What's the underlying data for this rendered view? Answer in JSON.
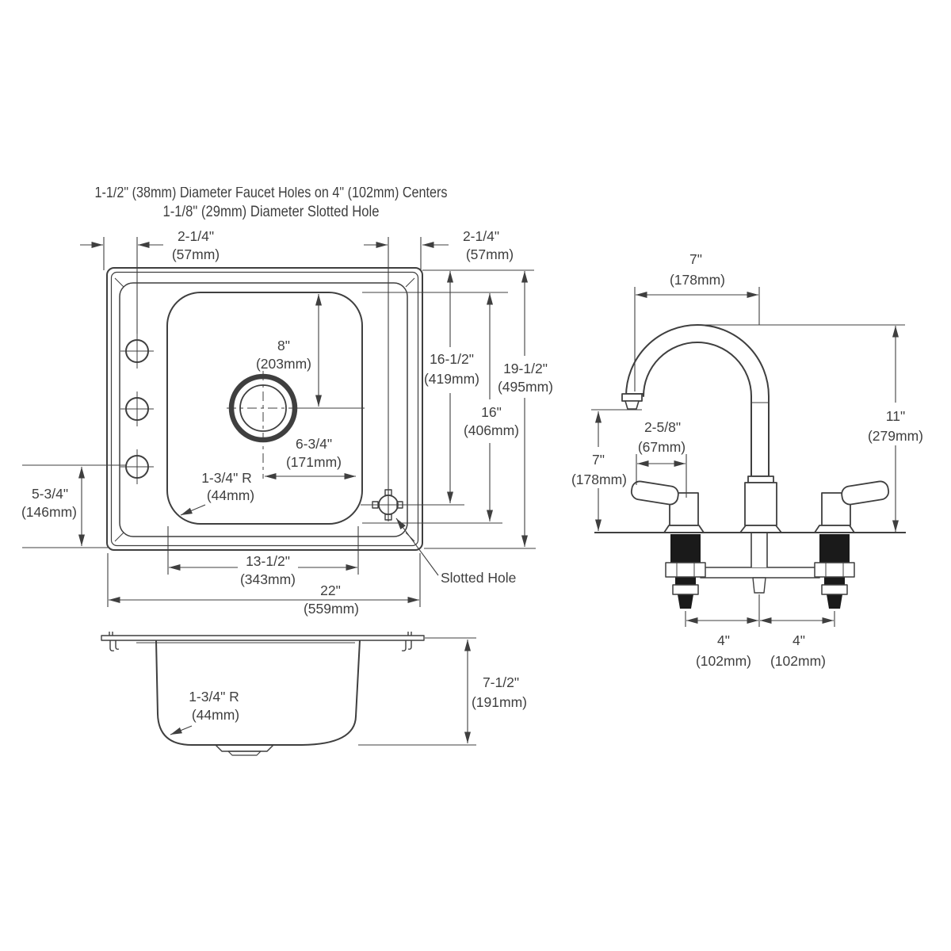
{
  "colors": {
    "line": "#3f3f3f",
    "dark_fill": "#1a1a1a",
    "bg": "#ffffff"
  },
  "notes": {
    "line1": "1-1/2\" (38mm) Diameter Faucet Holes on 4\" (102mm) Centers",
    "line2": "1-1/8\" (29mm) Diameter Slotted Hole"
  },
  "top_view": {
    "dims": {
      "left_edge_to_holes": {
        "in": "2-1/4\"",
        "mm": "(57mm)"
      },
      "slot_to_right_edge": {
        "in": "2-1/4\"",
        "mm": "(57mm)"
      },
      "bowl_top_to_drain": {
        "in": "8\"",
        "mm": "(203mm)"
      },
      "drain_to_bowl_right": {
        "in": "6-3/4\"",
        "mm": "(171mm)"
      },
      "bowl_corner_radius": {
        "in": "1-3/4\" R",
        "mm": "(44mm)"
      },
      "holes_to_bottom_edge": {
        "in": "5-3/4\"",
        "mm": "(146mm)"
      },
      "bowl_width": {
        "in": "13-1/2\"",
        "mm": "(343mm)"
      },
      "overall_width": {
        "in": "22\"",
        "mm": "(559mm)"
      },
      "top_to_slot": {
        "in": "16-1/2\"",
        "mm": "(419mm)"
      },
      "bowl_front_to_back": {
        "in": "16\"",
        "mm": "(406mm)"
      },
      "overall_front_to_back": {
        "in": "19-1/2\"",
        "mm": "(495mm)"
      }
    },
    "labels": {
      "slotted_hole": "Slotted Hole"
    }
  },
  "faucet_view": {
    "dims": {
      "spout_reach": {
        "in": "7\"",
        "mm": "(178mm)"
      },
      "spout_height": {
        "in": "11\"",
        "mm": "(279mm)"
      },
      "spout_clearance": {
        "in": "7\"",
        "mm": "(178mm)"
      },
      "handle_reach": {
        "in": "2-5/8\"",
        "mm": "(67mm)"
      },
      "left_hole_spacing": {
        "in": "4\"",
        "mm": "(102mm)"
      },
      "right_hole_spacing": {
        "in": "4\"",
        "mm": "(102mm)"
      }
    }
  },
  "side_view": {
    "dims": {
      "bowl_corner_radius": {
        "in": "1-3/4\" R",
        "mm": "(44mm)"
      },
      "overall_depth": {
        "in": "7-1/2\"",
        "mm": "(191mm)"
      }
    }
  }
}
